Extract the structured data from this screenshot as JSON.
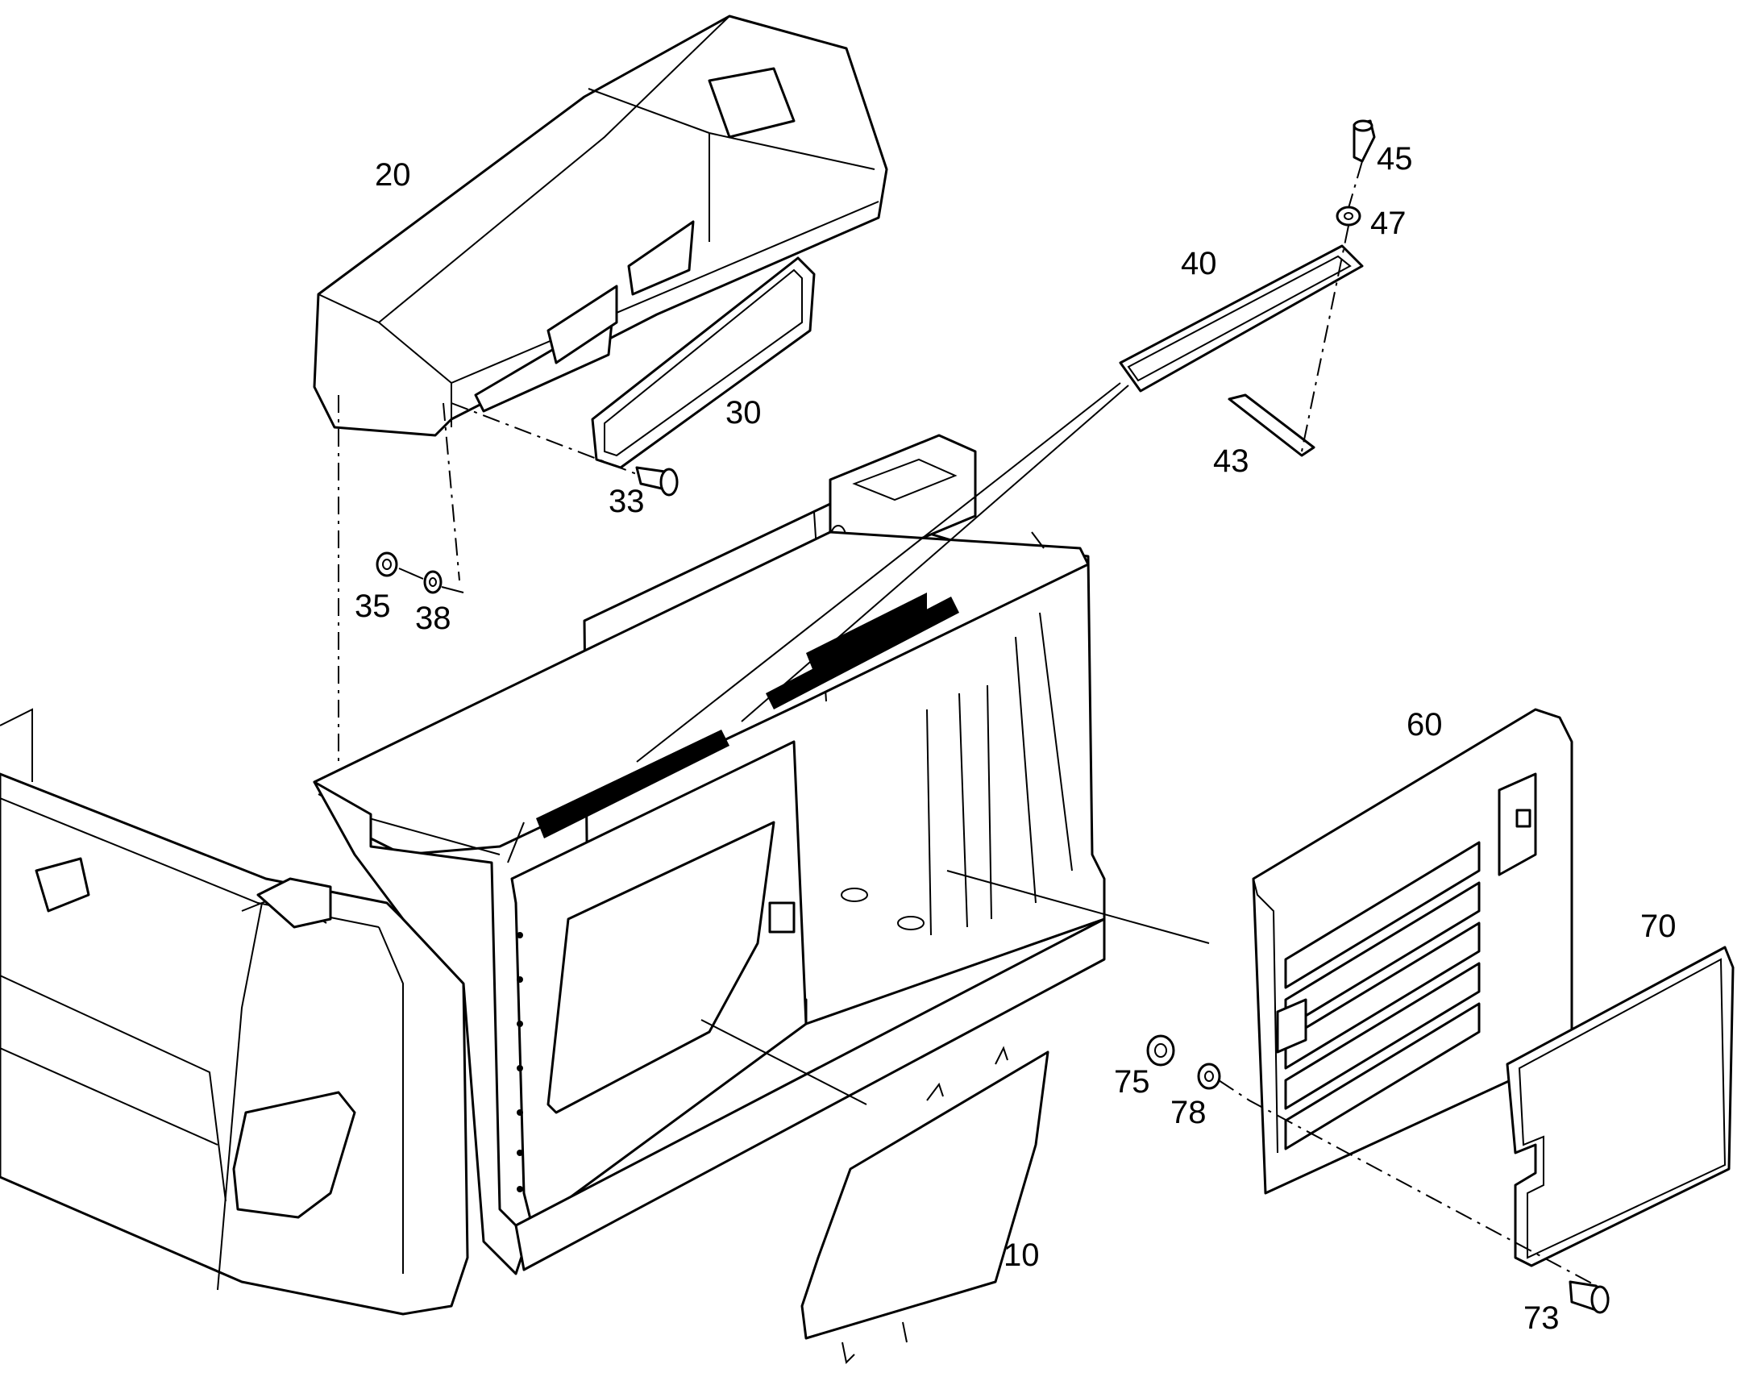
{
  "callouts": [
    {
      "id": "20",
      "text": "20"
    },
    {
      "id": "30",
      "text": "30"
    },
    {
      "id": "33",
      "text": "33"
    },
    {
      "id": "35",
      "text": "35"
    },
    {
      "id": "38",
      "text": "38"
    },
    {
      "id": "40",
      "text": "40"
    },
    {
      "id": "43",
      "text": "43"
    },
    {
      "id": "45",
      "text": "45"
    },
    {
      "id": "47",
      "text": "47"
    },
    {
      "id": "60",
      "text": "60"
    },
    {
      "id": "70",
      "text": "70"
    },
    {
      "id": "73",
      "text": "73"
    },
    {
      "id": "75",
      "text": "75"
    },
    {
      "id": "78",
      "text": "78"
    },
    {
      "id": "10",
      "text": "10"
    }
  ],
  "colors": {
    "line": "#000000",
    "background": "#ffffff"
  }
}
